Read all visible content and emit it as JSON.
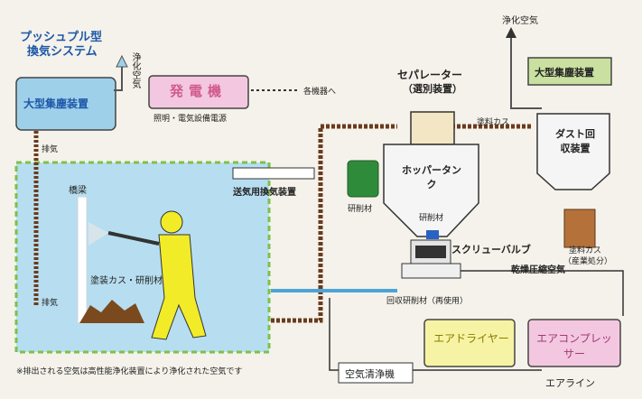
{
  "title": {
    "line1": "プッシュプル型",
    "line2": "換気システム"
  },
  "labels": {
    "dust_collector_large": "大型集塵装置",
    "clean_air_out": "浄化空気",
    "generator": "発電機",
    "generator_note": "照明・電気設備電源",
    "to_each_device": "各機器へ",
    "exhaust": "排気",
    "exhaust_lower": "排気",
    "air_supply_device": "送気用換気装置",
    "bridge_pier": "橋梁",
    "paint_dust": "塗装カス・研削材",
    "separator": "セパレーター",
    "separator_sub": "（選別装置）",
    "hopper_tank": "ホッパータンク",
    "abrasive_left": "研削材",
    "abrasive_center": "研削材",
    "screw_valve": "スクリューバルブ",
    "recovered_abrasive": "回収研削材（再使用）",
    "dry_compressed_air": "乾燥圧縮空気",
    "paint_dust_gas": "塗料カス",
    "clean_air_top": "浄化空気",
    "large_dust_collector_right": "大型集塵装置",
    "dust_recovery": "ダスト回収装置",
    "paint_waste": "塗料カス",
    "paint_waste_sub": "（産業処分）",
    "air_dryer": "エアドライヤー",
    "air_compressor": "エアコンプレッサー",
    "air_cleaner": "空気清浄機",
    "air_line": "エアライン",
    "footnote": "※排出される空気は高性能浄化装置により浄化された空気です"
  },
  "colors": {
    "title_blue": "#1d57a8",
    "box_blue": "#9fd0ea",
    "enclosure": "#b7def0",
    "worker_yellow": "#f2ec28",
    "box_yellow": "#f7f3a4",
    "box_pink": "#f3c7e0",
    "box_green": "#c9e0a0",
    "duct_brown": "#6b3a1d"
  }
}
